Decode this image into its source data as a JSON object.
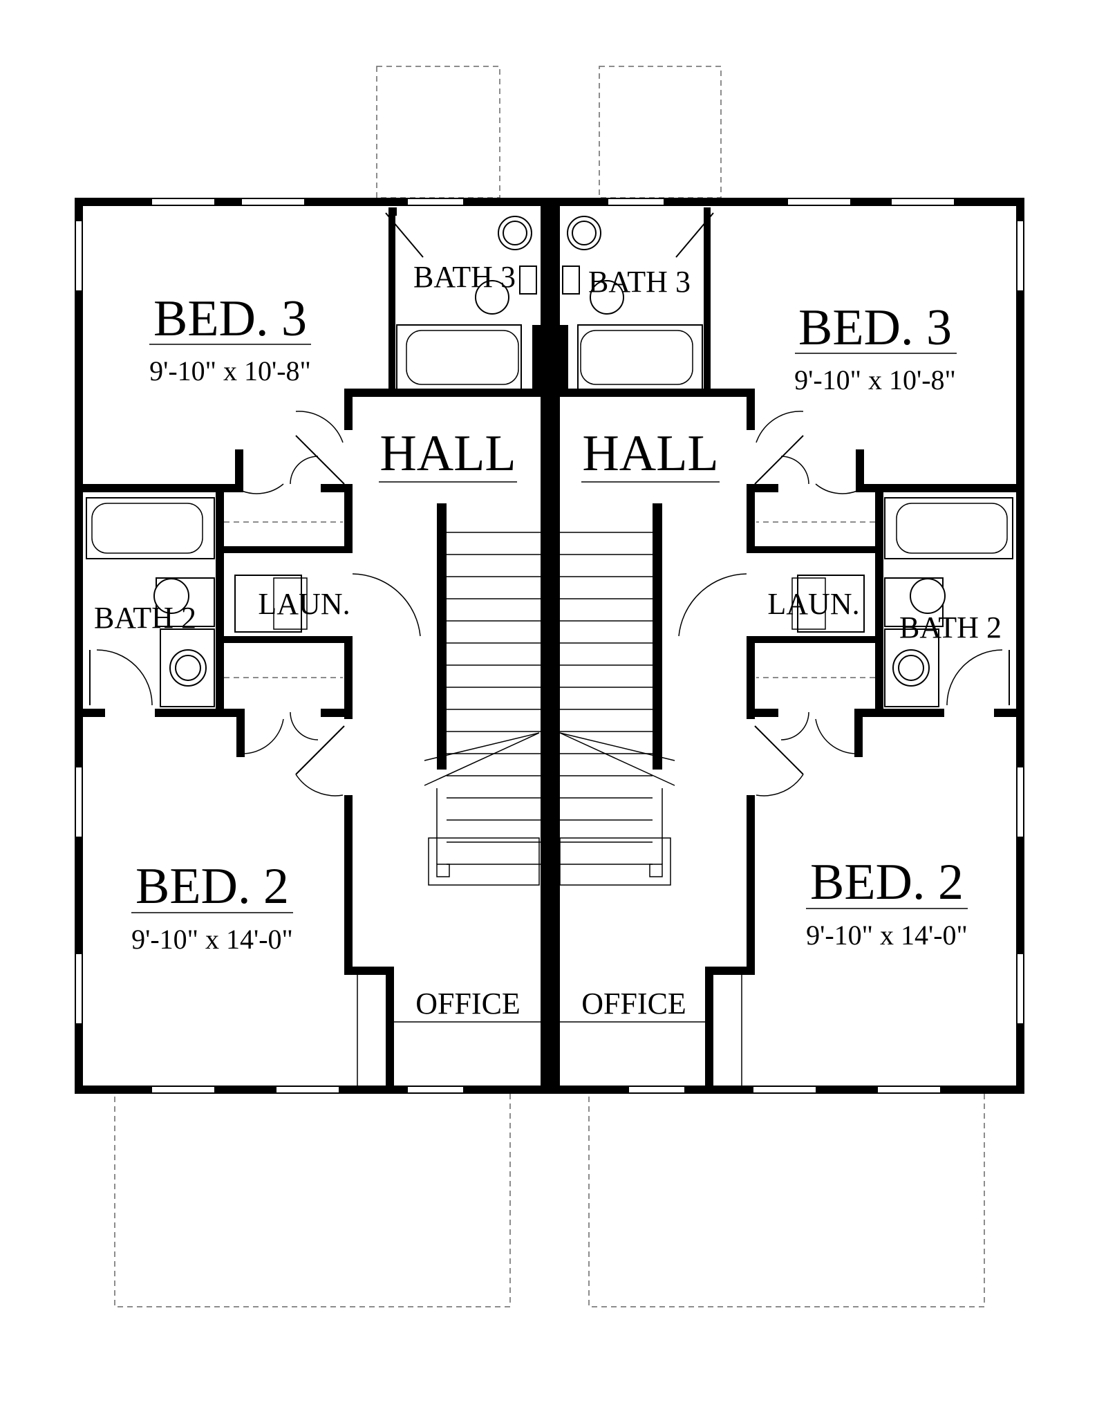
{
  "rooms": {
    "left": {
      "bed3": {
        "name": "BED. 3",
        "dims": "9'-10\" x 10'-8\""
      },
      "bed2": {
        "name": "BED. 2",
        "dims": "9'-10\" x 14'-0\""
      },
      "bath3": "BATH 3",
      "bath2": "BATH 2",
      "hall": "HALL",
      "laundry": "LAUN.",
      "office": "OFFICE"
    },
    "right": {
      "bed3": {
        "name": "BED. 3",
        "dims": "9'-10\" x 10'-8\""
      },
      "bed2": {
        "name": "BED. 2",
        "dims": "9'-10\" x 14'-0\""
      },
      "bath3": "BATH 3",
      "bath2": "BATH 2",
      "hall": "HALL",
      "laundry": "LAUN.",
      "office": "OFFICE"
    }
  }
}
